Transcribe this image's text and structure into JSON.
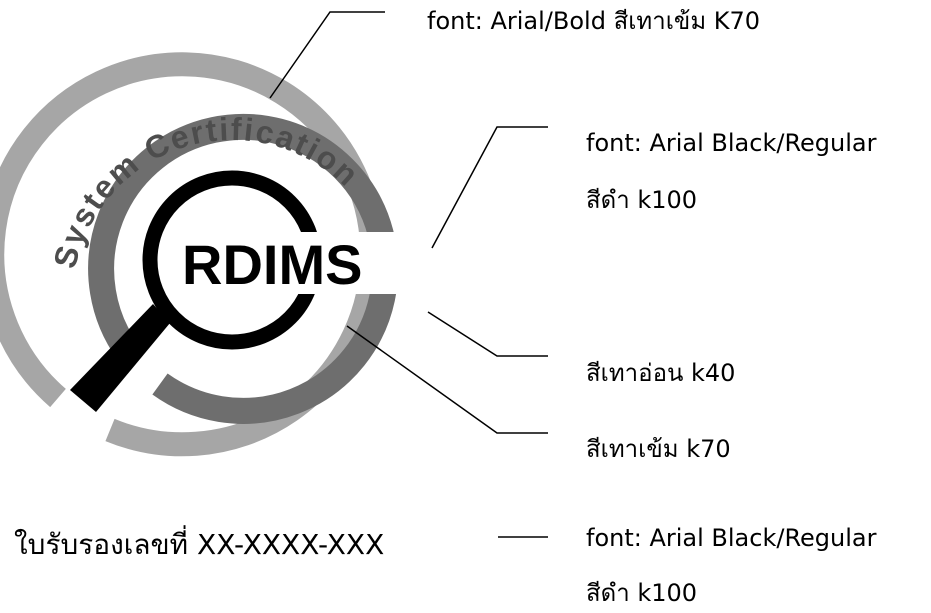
{
  "logo": {
    "ring_text": "System Certification",
    "brand": "RDIMS",
    "colors": {
      "outer_ring": "#a6a6a6",
      "inner_ring": "#6e6e6e",
      "ring_text": "#4d4d4d",
      "brand": "#000000",
      "magnifier": "#000000"
    }
  },
  "callouts": [
    {
      "lines": [
        "font: Arial/Bold สีเทาเข้ม K70"
      ]
    },
    {
      "lines": [
        "font: Arial Black/Regular",
        "สีดำ k100"
      ]
    },
    {
      "lines": [
        "สีเทาอ่อน k40"
      ]
    },
    {
      "lines": [
        "สีเทาเข้ม k70"
      ]
    },
    {
      "lines": [
        "font: Arial Black/Regular",
        "สีดำ k100"
      ]
    }
  ],
  "certificate": {
    "text": "ใบรับรองเลขที่ XX-XXXX-XXX"
  }
}
